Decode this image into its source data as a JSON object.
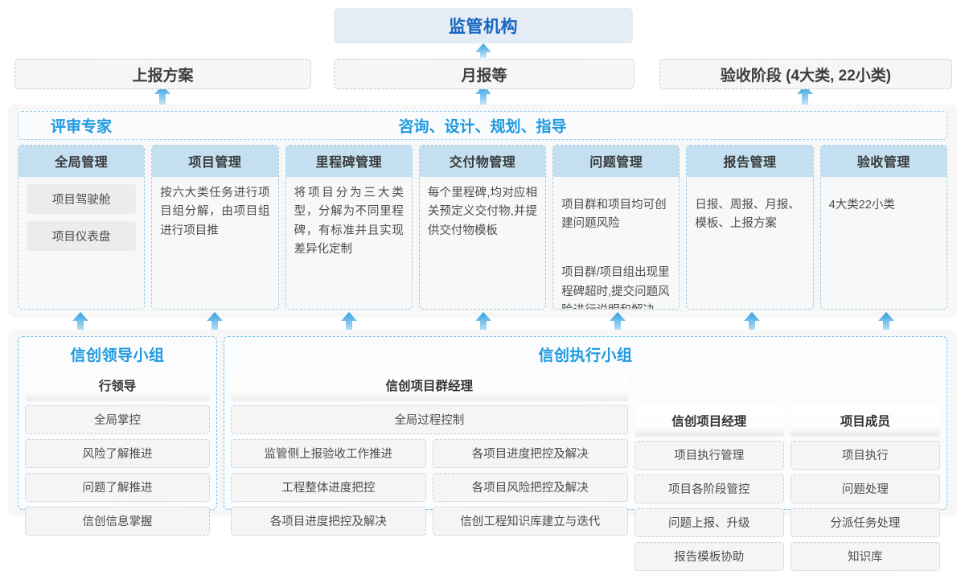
{
  "top": {
    "regulator": "监管机构",
    "channels": [
      {
        "label": "上报方案"
      },
      {
        "label": "月报等"
      },
      {
        "label": "验收阶段 (4大类, 22小类)"
      }
    ]
  },
  "middle": {
    "band_title_left": "评审专家",
    "band_title_right": "咨询、设计、规划、指导",
    "cards": [
      {
        "header": "全局管理",
        "chips": [
          "项目驾驶舱",
          "项目仪表盘"
        ],
        "paragraphs": []
      },
      {
        "header": "项目管理",
        "chips": [],
        "paragraphs": [
          "按六大类任务进行项目组分解，由项目组进行项目推"
        ]
      },
      {
        "header": "里程碑管理",
        "chips": [],
        "paragraphs": [
          "将项目分为三大类型，分解为不同里程碑，有标准并且实现差异化定制"
        ]
      },
      {
        "header": "交付物管理",
        "chips": [],
        "paragraphs": [
          "每个里程碑,均对应相关预定义交付物,并提供交付物模板"
        ]
      },
      {
        "header": "问题管理",
        "chips": [],
        "paragraphs": [
          "项目群和项目均可创建问题风险",
          "项目群/项目组出现里程碑超时,提交问题风险进行说明和解决"
        ]
      },
      {
        "header": "报告管理",
        "chips": [],
        "paragraphs": [
          "日报、周报、月报、模板、上报方案"
        ]
      },
      {
        "header": "验收管理",
        "chips": [],
        "paragraphs": [
          "4大类22小类"
        ]
      }
    ]
  },
  "bottom": {
    "leading_group": {
      "title": "信创领导小组",
      "role_head": "行领导",
      "items": [
        "全局掌控",
        "风险了解推进",
        "问题了解推进",
        "信创信息掌握"
      ]
    },
    "exec_group": {
      "title": "信创执行小组",
      "program_manager": {
        "head": "信创项目群经理",
        "full_width_item": "全局过程控制",
        "left_items": [
          "监管侧上报验收工作推进",
          "工程整体进度把控",
          "各项目进度把控及解决"
        ],
        "right_items": [
          "各项目进度把控及解决",
          "各项目风险把控及解决",
          "信创工程知识库建立与迭代"
        ]
      },
      "project_manager": {
        "head": "信创项目经理",
        "items": [
          "项目执行管理",
          "项目各阶段管控",
          "问题上报、升级",
          "报告模板协助"
        ]
      },
      "project_member": {
        "head": "项目成员",
        "items": [
          "项目执行",
          "问题处理",
          "分派任务处理",
          "知识库"
        ]
      }
    }
  },
  "colors": {
    "accent_blue": "#1f9ae0",
    "deep_blue": "#1565c0",
    "card_header": "#c3dff0",
    "top_box_bg": "#e6ecf6",
    "band_bg": "#f7f7f7",
    "arrow_top": "#2f9fe0",
    "arrow_bottom": "#bfe3f7"
  },
  "icons": {
    "arrow_up": "arrow-up-icon"
  }
}
